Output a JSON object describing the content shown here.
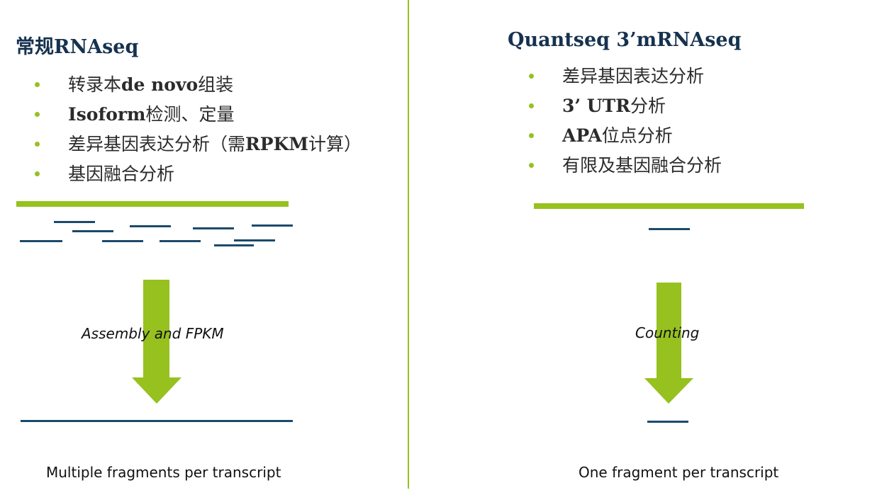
{
  "colors": {
    "accent_green": "#96c11f",
    "navy": "#16324f",
    "fragment": "#1b4a6b",
    "text": "#2b2b2b"
  },
  "left_panel": {
    "title": "常规RNAseq",
    "bullets": [
      "转录本de novo组装",
      "Isoform检测、定量",
      "差异基因表达分析（需RPKM计算）",
      "基因融合分析"
    ],
    "step_label": "Assembly and FPKM",
    "caption": "Multiple fragments per transcript"
  },
  "right_panel": {
    "title": "Quantseq  3’mRNAseq",
    "bullets": [
      "差异基因表达分析",
      "3’ UTR分析",
      "APA位点分析",
      "有限及基因融合分析"
    ],
    "step_label": "Counting",
    "caption": "One fragment per transcript"
  }
}
